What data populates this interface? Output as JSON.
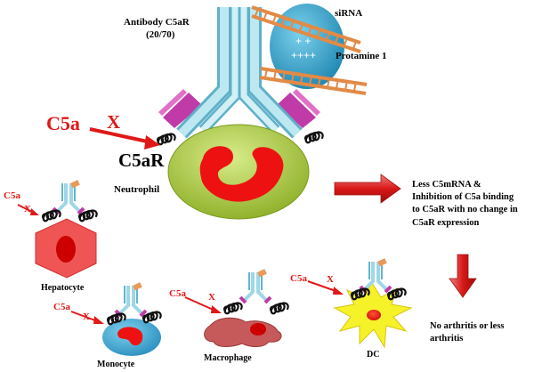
{
  "main": {
    "antibody_label": "Antibody  C5aR",
    "antibody_ratio": "(20/70)",
    "sirna_label": "siRNA",
    "protamine_label": "Protamine  1",
    "protamine_charge_top": "+ +",
    "protamine_charge_bottom": "++++",
    "c5a_label": "C5a",
    "block_mark": "X",
    "c5ar_label": "C5aR",
    "neutrophil_label": "Neutrophil",
    "outcome_text": "Less C5mRNA  &  Inhibition  of C5a binding to C5aR  with  no change in C5aR  expression",
    "result_text": "No  arthritis  or less arthritis"
  },
  "cells": [
    {
      "name": "Hepatocyte",
      "c5a": "C5a",
      "x": "X"
    },
    {
      "name": "Monocyte",
      "c5a": "C5a",
      "x": "X"
    },
    {
      "name": "Macrophage",
      "c5a": "C5a",
      "x": "X"
    },
    {
      "name": "DC",
      "c5a": "C5a",
      "x": "X"
    }
  ],
  "colors": {
    "c5a_red": "#e01818",
    "antibody_blue": "#aee0ec",
    "antibody_pink": "#c03aa8",
    "neutrophil_green": "#a8c83c",
    "nucleus_red": "#ee1111",
    "protamine_blue": "#3aa6cc",
    "sirna_orange": "#e89a58",
    "hepatocyte_red": "#f05555",
    "dc_yellow": "#f6f22a"
  },
  "icons": [
    "antibody-icon",
    "sirna-icon",
    "protamine-icon",
    "receptor-coil-icon",
    "arrow-icon",
    "block-x-icon"
  ]
}
